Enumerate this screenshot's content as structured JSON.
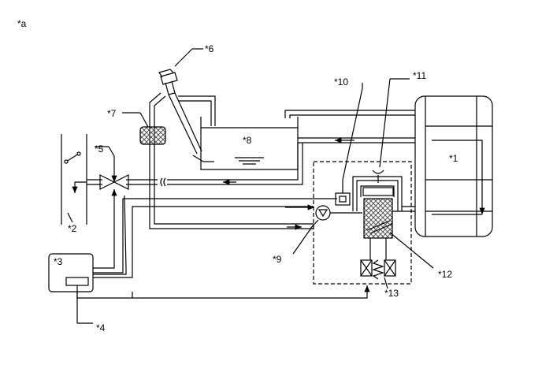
{
  "figure_label": "*a",
  "callouts": {
    "c1": "*1",
    "c2": "*2",
    "c3": "*3",
    "c4": "*4",
    "c5": "*5",
    "c6": "*6",
    "c7": "*7",
    "c8": "*8",
    "c9": "*9",
    "c10": "*10",
    "c11": "*11",
    "c12": "*12",
    "c13": "*13"
  },
  "icons": [
    "pump-icon",
    "valve-icon",
    "filter-icon",
    "injector-icon",
    "switch-icon",
    "spring-icon",
    "solenoid-icon"
  ],
  "colors": {
    "line": "#000000",
    "hatch": "#555555",
    "background": "#ffffff"
  }
}
